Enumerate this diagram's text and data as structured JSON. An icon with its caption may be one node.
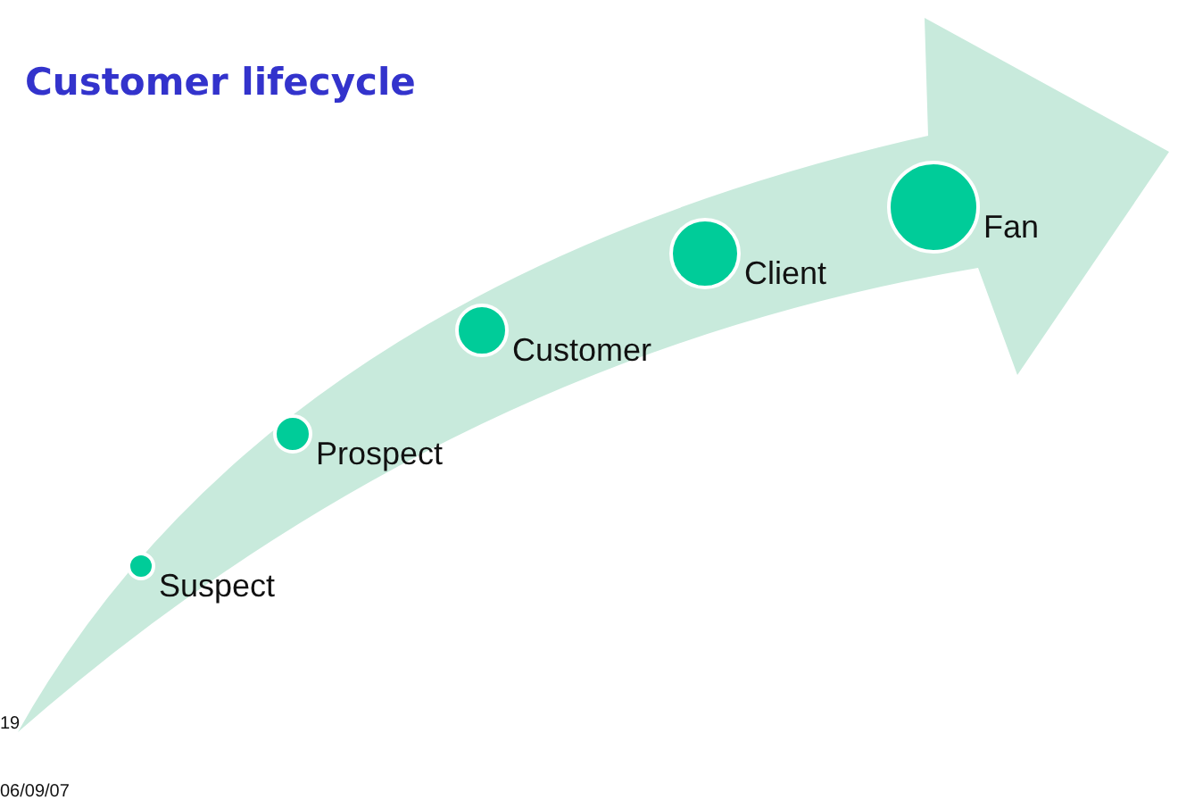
{
  "diagram": {
    "title": "Customer lifecycle",
    "nodes": [
      {
        "text": [],
        "shape": "circle",
        "beside": [
          "Suspect"
        ]
      },
      {
        "text": [],
        "shape": "circle",
        "beside": [
          "Prospect"
        ]
      },
      {
        "text": [],
        "shape": "circle",
        "beside": [
          "Customer"
        ]
      },
      {
        "text": [],
        "shape": "circle",
        "beside": [
          "Client"
        ]
      },
      {
        "text": [],
        "shape": "circle",
        "beside": [
          "Fan"
        ]
      }
    ],
    "edges": [],
    "labels": [
      "19",
      "06/09/07"
    ]
  }
}
